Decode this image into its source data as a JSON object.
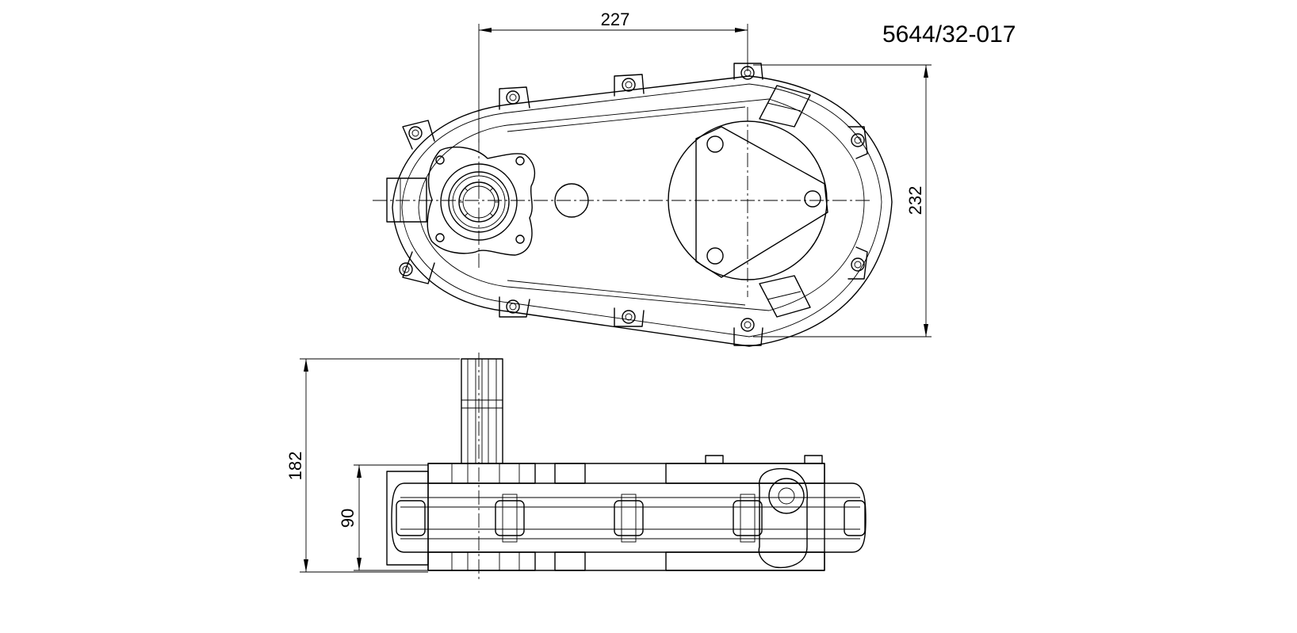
{
  "part_number": "5644/32-017",
  "dimensions": {
    "center_distance": "227",
    "overall_height": "232",
    "shaft_total_length": "182",
    "housing_thickness": "90"
  }
}
